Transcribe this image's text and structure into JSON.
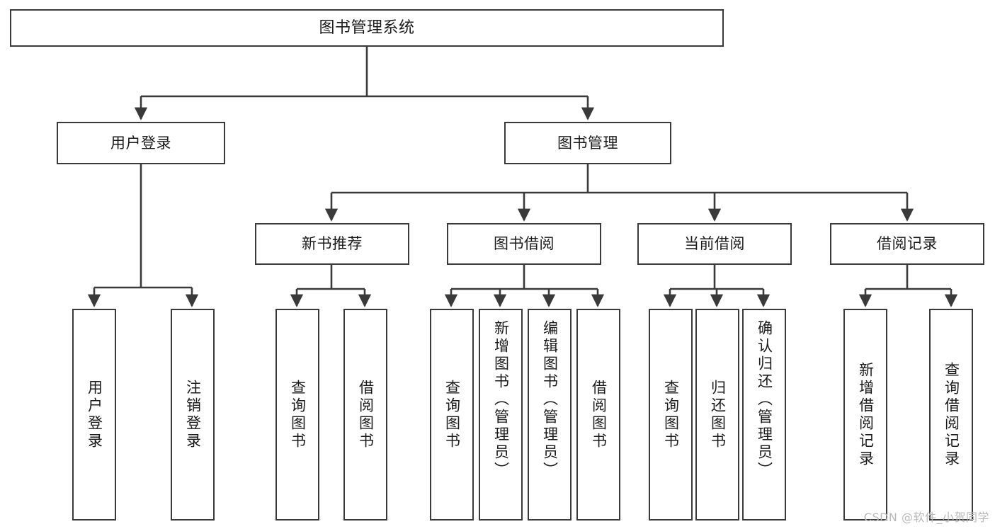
{
  "diagram": {
    "title": "图书管理系统",
    "type": "tree-hierarchy",
    "colors": {
      "background": "#ffffff",
      "node_border": "#3a3a3a",
      "node_fill": "#ffffff",
      "edge": "#3a3a3a",
      "text": "#1a1a1a",
      "watermark": "#b9b9b9"
    },
    "watermark": "CSDN @软件_小贺同学"
  },
  "nodes": {
    "root": {
      "label": "图书管理系统"
    },
    "level1": [
      {
        "label": "用户登录"
      },
      {
        "label": "图书管理"
      }
    ],
    "level2": [
      {
        "label": "新书推荐"
      },
      {
        "label": "图书借阅"
      },
      {
        "label": "当前借阅"
      },
      {
        "label": "借阅记录"
      }
    ],
    "leaves_user_login": [
      {
        "label": "用户登录"
      },
      {
        "label": "注销登录"
      }
    ],
    "leaves_new_book": [
      {
        "label": "查询图书"
      },
      {
        "label": "借阅图书"
      }
    ],
    "leaves_borrow": [
      {
        "label": "查询图书"
      },
      {
        "label": "新增图书（管理员）"
      },
      {
        "label": "编辑图书（管理员）"
      },
      {
        "label": "借阅图书"
      }
    ],
    "leaves_current": [
      {
        "label": "查询图书"
      },
      {
        "label": "归还图书"
      },
      {
        "label": "确认归还（管理员）"
      }
    ],
    "leaves_record": [
      {
        "label": "新增借阅记录"
      },
      {
        "label": "查询借阅记录"
      }
    ]
  }
}
